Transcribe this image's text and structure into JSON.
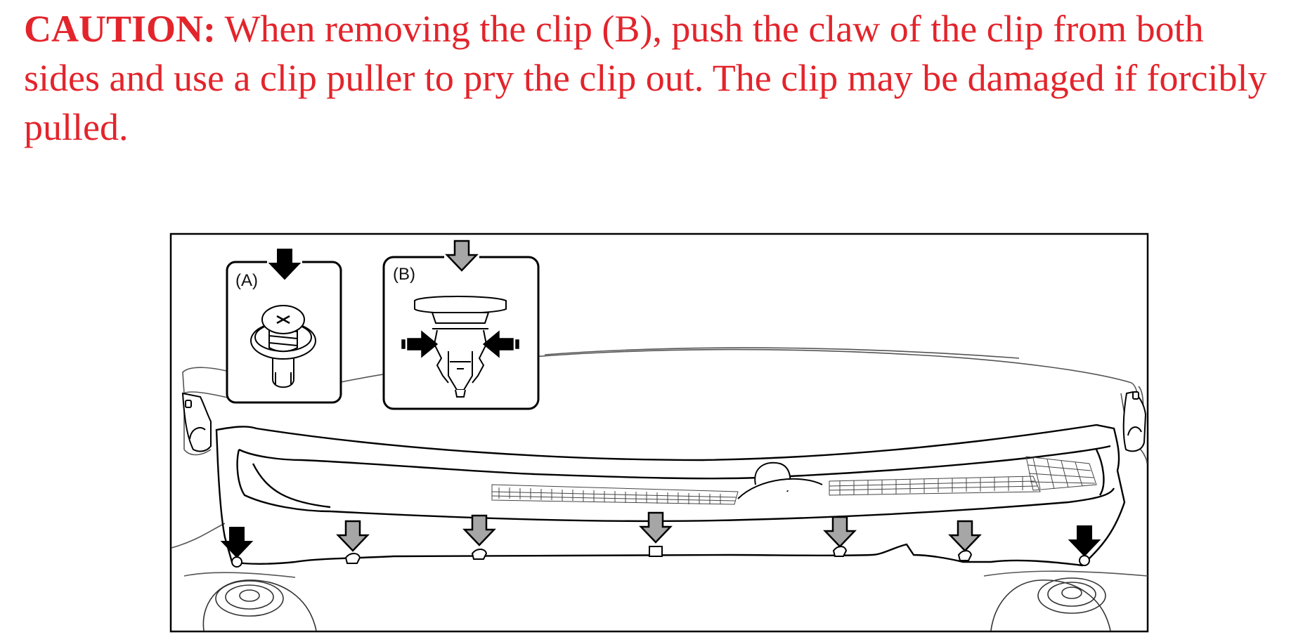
{
  "caution": {
    "label": "CAUTION:",
    "text": " When removing the clip (B), push the claw of the clip from both sides and use a clip puller to pry the clip out. The clip may be damaged if forcibly pulled."
  },
  "figure": {
    "inset_a_label": "(A)",
    "inset_b_label": "(B)",
    "arrow_colors": {
      "clip_a": "#000000",
      "clip_b": "#a6a6a6"
    }
  }
}
